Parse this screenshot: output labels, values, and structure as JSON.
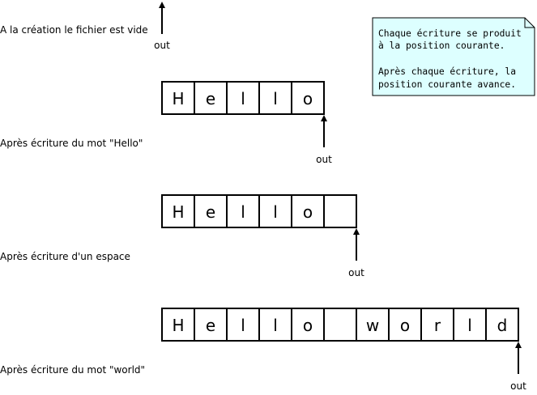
{
  "colors": {
    "note_fill": "#ddffff",
    "stroke": "#000000"
  },
  "note": {
    "lines": [
      "Chaque écriture se produit",
      "à la position courante.",
      "",
      "Après chaque écriture, la",
      "position courante avance."
    ]
  },
  "steps": [
    {
      "caption": "A la création le fichier est vide",
      "cells": [],
      "pointer_index": 0,
      "pointer_label": "out",
      "pointer_side": "top"
    },
    {
      "caption": "Après écriture du mot \"Hello\"",
      "cells": [
        "H",
        "e",
        "l",
        "l",
        "o"
      ],
      "pointer_index": 5,
      "pointer_label": "out",
      "pointer_side": "bottom"
    },
    {
      "caption": "Après écriture d'un espace",
      "cells": [
        "H",
        "e",
        "l",
        "l",
        "o",
        " "
      ],
      "pointer_index": 6,
      "pointer_label": "out",
      "pointer_side": "bottom"
    },
    {
      "caption": "Après écriture du mot \"world\"",
      "cells": [
        "H",
        "e",
        "l",
        "l",
        "o",
        " ",
        "w",
        "o",
        "r",
        "l",
        "d"
      ],
      "pointer_index": 11,
      "pointer_label": "out",
      "pointer_side": "bottom"
    }
  ]
}
